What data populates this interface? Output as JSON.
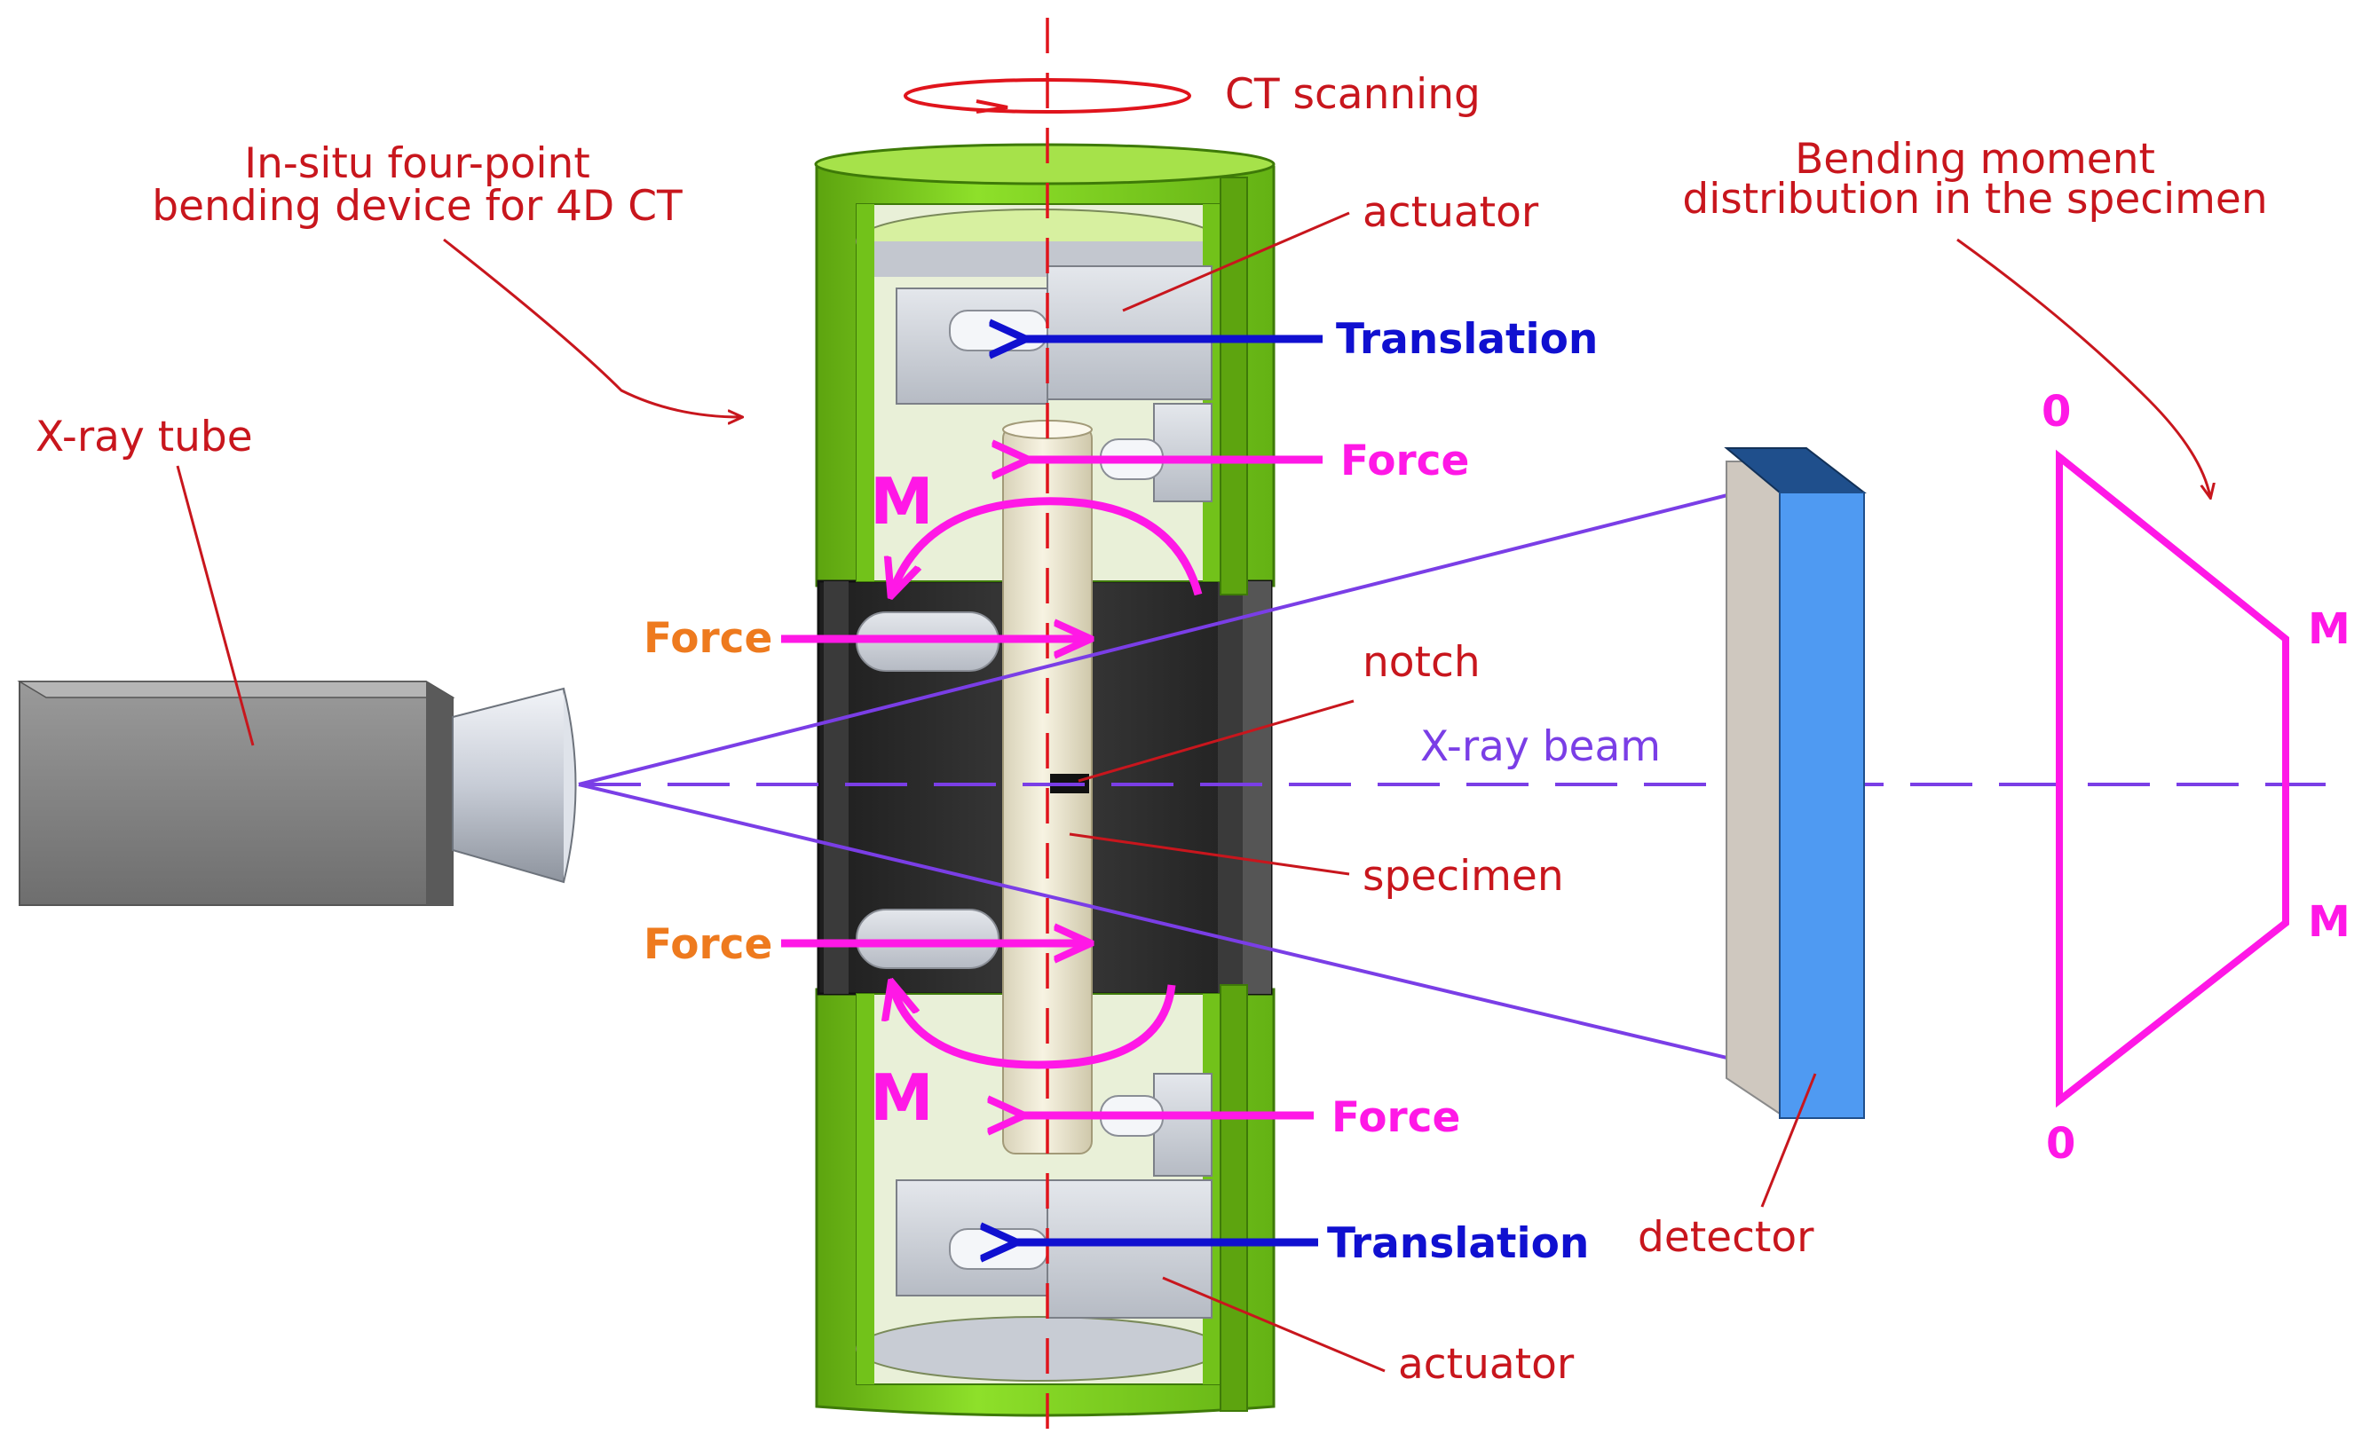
{
  "labels": {
    "ct_scanning": "CT scanning",
    "device_line1": "In-situ four-point",
    "device_line2": "bending device for 4D CT",
    "actuator_top": "actuator",
    "actuator_bottom": "actuator",
    "translation_top": "Translation",
    "translation_bottom": "Translation",
    "force_upper_right": "Force",
    "force_left_upper": "Force",
    "force_left_lower": "Force",
    "force_lower_right": "Force",
    "moment_top": "M",
    "moment_bottom": "M",
    "notch": "notch",
    "specimen": "specimen",
    "xray_beam": "X-ray beam",
    "xray_tube": "X-ray tube",
    "detector": "detector",
    "bending_line1": "Bending moment",
    "bending_line2": "distribution in  the specimen",
    "dist_zero_top": "0",
    "dist_m_upper": "M",
    "dist_m_lower": "M",
    "dist_zero_bottom": "0"
  },
  "colors": {
    "annotation_red": "#c8161d",
    "translation_blue": "#1010d0",
    "force_magenta": "#ff18e6",
    "force_label_orange": "#ee7a1e",
    "beam_purple": "#7a3ee6",
    "housing_green": "#7fd01e",
    "chamber_dark": "#2c2c2c",
    "specimen_cream": "#ece6d0",
    "detector_blue": "#4f9af2",
    "tube_gray": "#8a8a8a"
  }
}
